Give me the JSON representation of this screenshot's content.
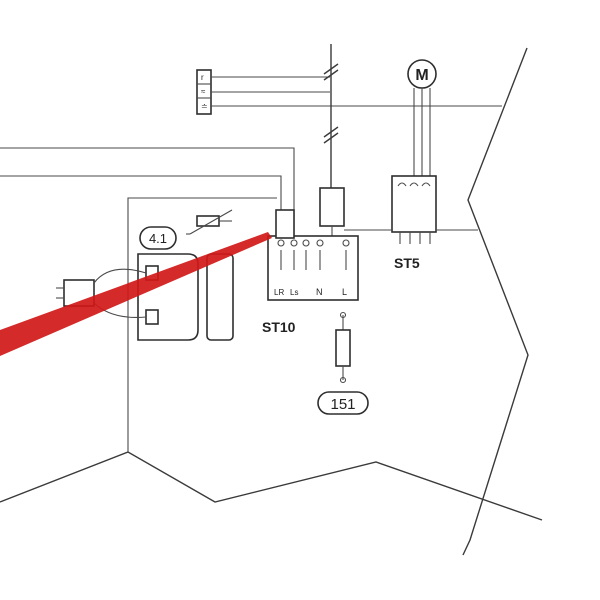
{
  "labels": {
    "motor": "M",
    "st5": "ST5",
    "st10": "ST10",
    "ref_41": "4.1",
    "ref_151": "151",
    "t_lr": "LR",
    "t_ls": "Ls",
    "t_n": "N",
    "t_l": "L"
  },
  "colors": {
    "line": "#3a3a3a",
    "laser": "#d01818"
  },
  "icons": {
    "motor": "motor-symbol",
    "thermistor": "thermistor-symbol",
    "fuse": "fuse-symbol",
    "switch": "switch-symbol"
  }
}
